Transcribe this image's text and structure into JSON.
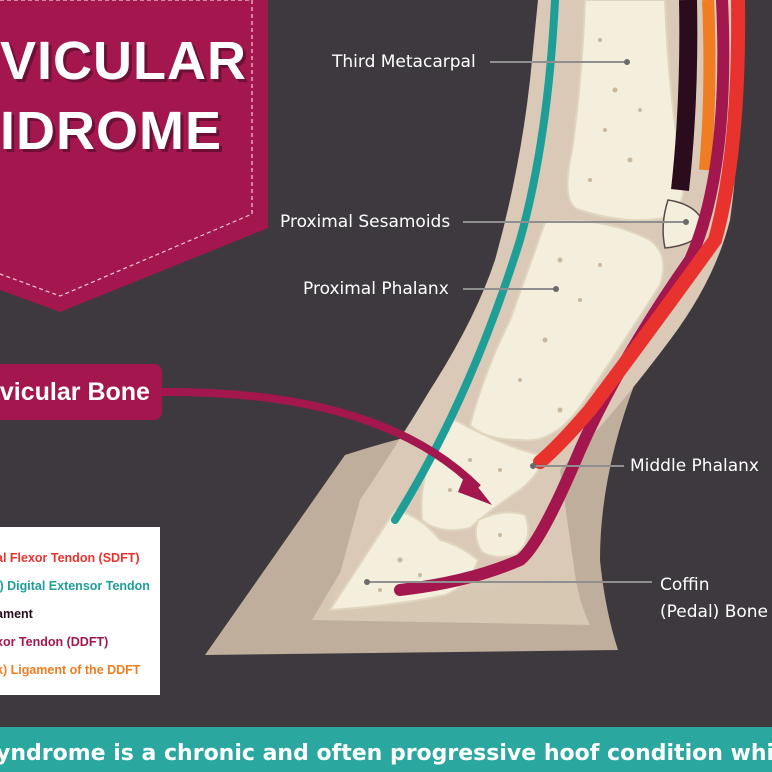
{
  "title": {
    "line1": "VICULAR",
    "line2": "IDROME"
  },
  "labels": {
    "third_metacarpal": "Third Metacarpal",
    "proximal_sesamoids": "Proximal Sesamoids",
    "proximal_phalanx": "Proximal Phalanx",
    "middle_phalanx": "Middle Phalanx",
    "coffin_line1": "Coffin",
    "coffin_line2": "(Pedal) Bone"
  },
  "callout": "avicular Bone",
  "legend": [
    {
      "text": "al Flexor Tendon (SDFT)",
      "color": "#e8322d"
    },
    {
      "text": "l) Digital Extensor Tendon",
      "color": "#1f9e98"
    },
    {
      "text": "ament",
      "color": "#2a0c1c"
    },
    {
      "text": "xor Tendon (DDFT)",
      "color": "#a3174e"
    },
    {
      "text": "k) Ligament of the DDFT",
      "color": "#f07d22"
    }
  ],
  "footer": "yndrome is a chronic and often progressive hoof condition which af-",
  "colors": {
    "background": "#3d393f",
    "banner": "#a3174e",
    "bone": "#f3efdc",
    "soft_tissue": "#d9c9b6",
    "hoof": "#bfae9b",
    "sdft": "#e8322d",
    "extensor": "#1f9e98",
    "ddft": "#a3174e",
    "ligament": "#2a0c1c",
    "check_ligament": "#f07d22",
    "footer": "#2aa8a0"
  }
}
